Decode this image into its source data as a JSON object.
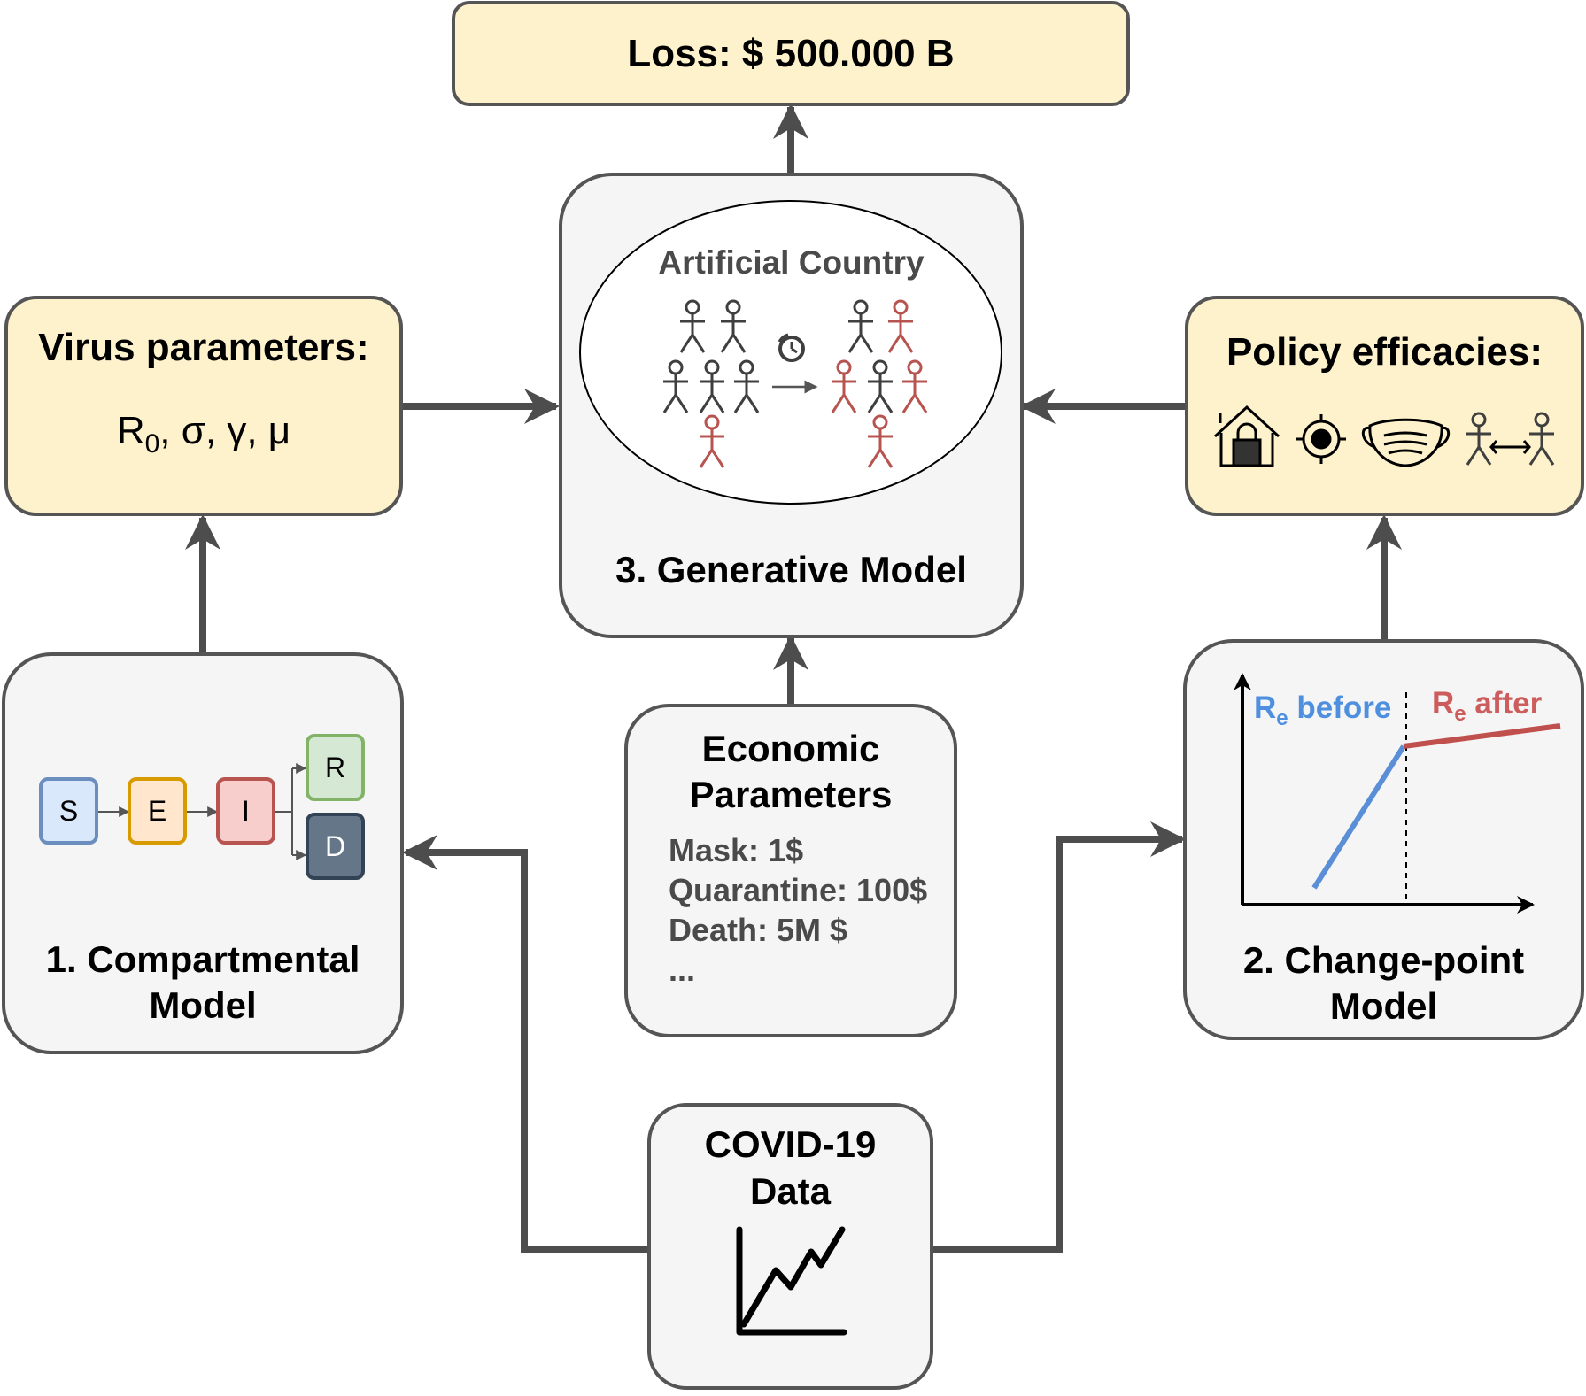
{
  "loss": {
    "label": "Loss: $ 500.000 B"
  },
  "virus_params": {
    "title": "Virus parameters:",
    "r": "R",
    "r_sub": "0",
    "rest": ", σ, γ, μ"
  },
  "policy": {
    "title": "Policy efficacies:",
    "icons": [
      "house-lock-icon",
      "target-icon",
      "face-mask-icon",
      "social-distance-icon"
    ]
  },
  "generative": {
    "label": "3. Generative Model",
    "country": "Artificial Country",
    "icons": [
      "person-icon",
      "infected-person-icon",
      "clock-arrow-icon",
      "arrow-right-icon"
    ]
  },
  "compartmental": {
    "label_line1": "1. Compartmental",
    "label_line2": "Model",
    "compartments": [
      "S",
      "E",
      "I",
      "R",
      "D"
    ]
  },
  "economic": {
    "title_line1": "Economic",
    "title_line2": "Parameters",
    "items": [
      "Mask: 1$",
      "Quarantine: 100$",
      "Death: 5M $",
      "..."
    ]
  },
  "changepoint": {
    "label_line1": "2. Change-point",
    "label_line2": "Model",
    "before_r": "R",
    "before_sub": "e",
    "before_text": " before",
    "after_r": "R",
    "after_sub": "e",
    "after_text": " after"
  },
  "covid": {
    "title_line1": "COVID-19",
    "title_line2": "Data",
    "icon": "line-chart-icon"
  },
  "colors": {
    "node_yellow": "#fdf2cc",
    "node_gray": "#f5f5f5",
    "border": "#555555",
    "infected": "#b85450",
    "before_blue": "#4f8fe0",
    "after_red": "#cd5c5c"
  }
}
